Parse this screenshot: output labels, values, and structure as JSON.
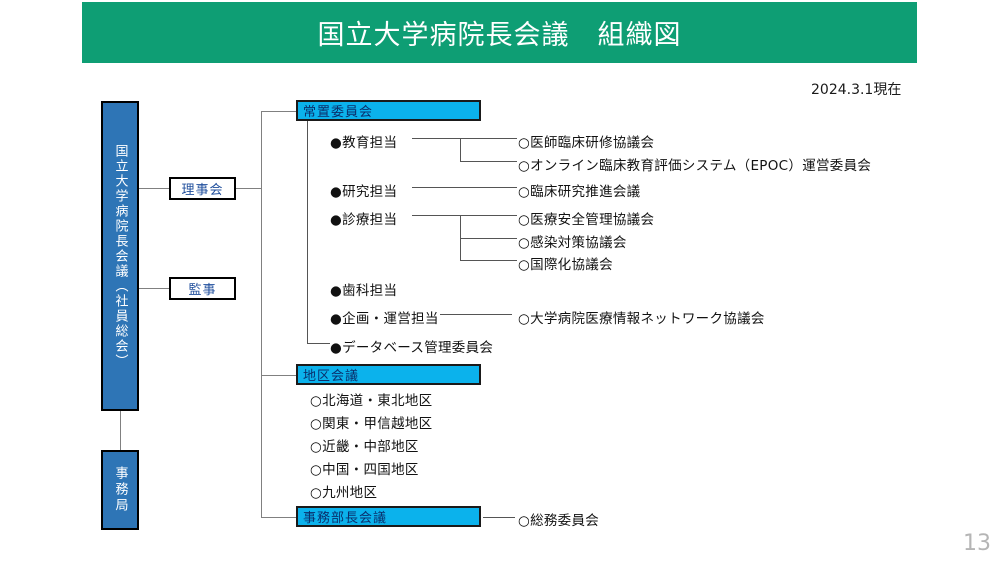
{
  "header": {
    "title": "国立大学病院長会議　組織図",
    "banner_color": "#0E9E74"
  },
  "date_label": "2024.3.1現在",
  "page_number": "13",
  "root": {
    "label": "国立大学病院長会議（社員総会）",
    "box_color": "#2E75B6"
  },
  "secretariat": {
    "label": "事務局"
  },
  "governance": {
    "board": "理事会",
    "auditor": "監事",
    "text_color": "#1F4E9C"
  },
  "sections": {
    "standing_committee": {
      "header": "常置委員会",
      "header_color": "#0BB2EC",
      "items": [
        {
          "label": "●教育担当",
          "children": [
            "○医師臨床研修協議会",
            "○オンライン臨床教育評価システム（EPOC）運営委員会"
          ]
        },
        {
          "label": "●研究担当",
          "children": [
            "○臨床研究推進会議"
          ]
        },
        {
          "label": "●診療担当",
          "children": [
            "○医療安全管理協議会",
            "○感染対策協議会",
            "○国際化協議会"
          ]
        },
        {
          "label": "●歯科担当",
          "children": []
        },
        {
          "label": "●企画・運営担当",
          "children": [
            "○大学病院医療情報ネットワーク協議会"
          ]
        },
        {
          "label": "●データベース管理委員会",
          "children": []
        }
      ]
    },
    "district_meeting": {
      "header": "地区会議",
      "header_color": "#0BB2EC",
      "items": [
        "○北海道・東北地区",
        "○関東・甲信越地区",
        "○近畿・中部地区",
        "○中国・四国地区",
        "○九州地区"
      ]
    },
    "admin_directors_meeting": {
      "header": "事務部長会議",
      "header_color": "#0BB2EC",
      "items": [
        "○総務委員会"
      ]
    }
  }
}
